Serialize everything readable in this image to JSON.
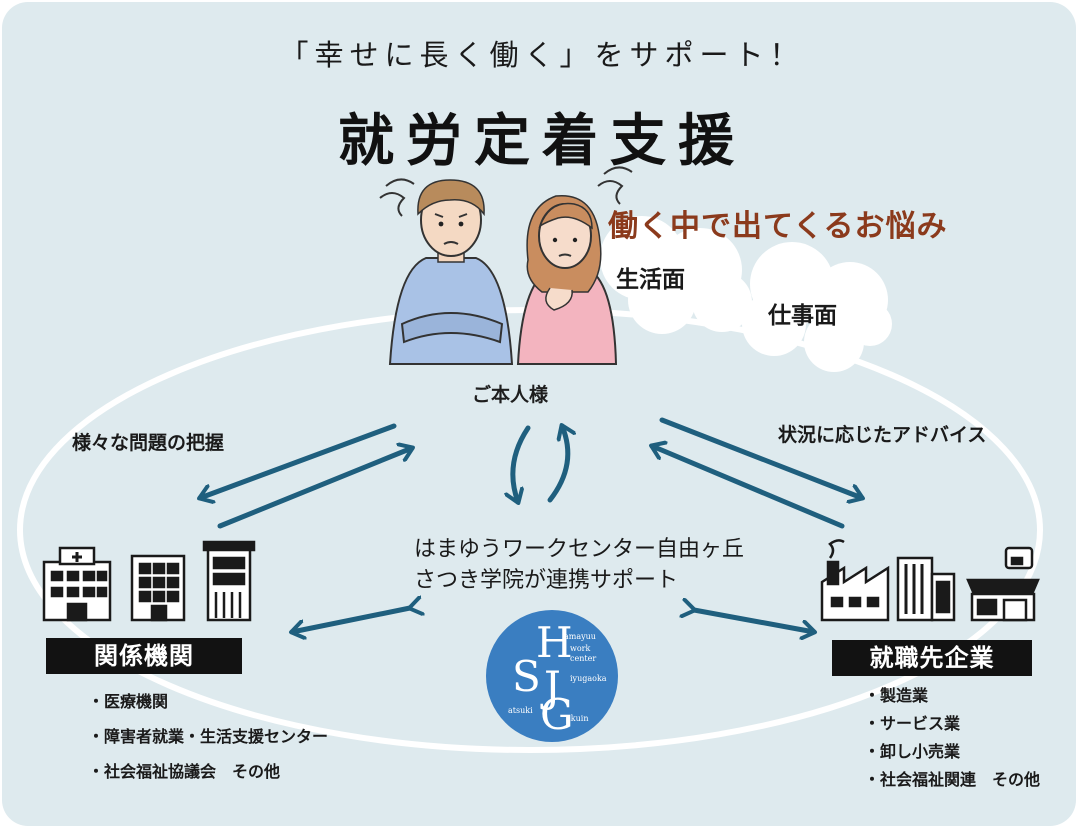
{
  "header": {
    "tagline": "「幸せに長く働く」をサポート！",
    "title": "就労定着支援"
  },
  "worries": {
    "heading": "働く中で出てくるお悩み",
    "clouds": [
      "生活面",
      "仕事面"
    ]
  },
  "person_label": "ご本人様",
  "arrows": {
    "left_label": "様々な問題の把握",
    "right_label": "状況に応じたアドバイス"
  },
  "center": {
    "line1": "はまゆうワークセンター自由ヶ丘",
    "line2": "さつき学院が連携サポート"
  },
  "logo": {
    "letters": [
      "H",
      "S",
      "J",
      "G"
    ],
    "words": [
      "amayuu",
      "work",
      "center",
      "iyugaoka",
      "atsuki",
      "akuin"
    ]
  },
  "related_orgs": {
    "title": "関係機関",
    "items": [
      "医療機関",
      "障害者就業・生活支援センター",
      "社会福祉協議会　その他"
    ]
  },
  "employers": {
    "title": "就職先企業",
    "items": [
      "製造業",
      "サービス業",
      "卸し小売業",
      "社会福祉関連　その他"
    ]
  },
  "colors": {
    "background": "#deeaee",
    "arrow": "#1f5f7e",
    "accent_text": "#8b3a1c",
    "logo": "#3a7ec1",
    "label_box": "#121212"
  }
}
